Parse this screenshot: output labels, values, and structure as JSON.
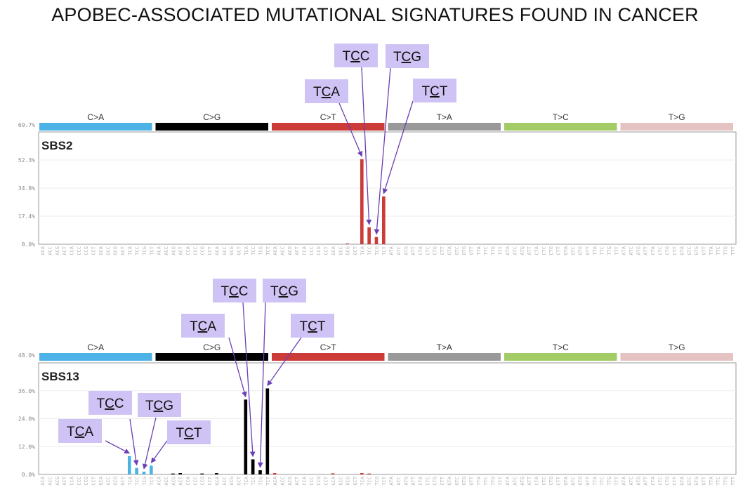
{
  "page": {
    "title": "APOBEC-ASSOCIATED MUTATIONAL SIGNATURES FOUND IN CANCER"
  },
  "colors": {
    "C>A": "#4db3e6",
    "C>G": "#000000",
    "C>T": "#cc3b37",
    "T>A": "#999999",
    "T>C": "#a3cc66",
    "T>G": "#e6c3c3",
    "callout_fill": "#cfc3f5",
    "arrow": "#6a3fb3",
    "frame": "#999999",
    "grid": "#eeeeee",
    "tick_text": "#888888",
    "context_text": "#b0b0b0"
  },
  "chart_data": [
    {
      "type": "bar",
      "title": "SBS2",
      "ylim": [
        0,
        69.7
      ],
      "yticks": [
        "0.0%",
        "17.4%",
        "34.8%",
        "52.3%",
        "69.7%"
      ],
      "grid": true,
      "mutation_types": [
        "C>A",
        "C>G",
        "C>T",
        "T>A",
        "T>C",
        "T>G"
      ],
      "categories_per_type": [
        "ACA",
        "ACC",
        "ACG",
        "ACT",
        "CCA",
        "CCC",
        "CCG",
        "CCT",
        "GCA",
        "GCC",
        "GCG",
        "GCT",
        "TCA",
        "TCC",
        "TCG",
        "TCT"
      ],
      "categories_per_type_T": [
        "ATA",
        "ATC",
        "ATG",
        "ATT",
        "CTA",
        "CTC",
        "CTG",
        "CTT",
        "GTA",
        "GTC",
        "GTG",
        "GTT",
        "TTA",
        "TTC",
        "TTG",
        "TTT"
      ],
      "bars": [
        {
          "type": "C>T",
          "context": "GCG",
          "value": 0.5
        },
        {
          "type": "C>T",
          "context": "TCA",
          "value": 52.8
        },
        {
          "type": "C>T",
          "context": "TCC",
          "value": 10.5
        },
        {
          "type": "C>T",
          "context": "TCG",
          "value": 4.5
        },
        {
          "type": "C>T",
          "context": "TCT",
          "value": 29.7
        }
      ],
      "callouts": [
        {
          "pre": "T",
          "mid": "C",
          "post": "A",
          "target": {
            "type": "C>T",
            "context": "TCA"
          }
        },
        {
          "pre": "T",
          "mid": "C",
          "post": "C",
          "target": {
            "type": "C>T",
            "context": "TCC"
          }
        },
        {
          "pre": "T",
          "mid": "C",
          "post": "G",
          "target": {
            "type": "C>T",
            "context": "TCG"
          }
        },
        {
          "pre": "T",
          "mid": "C",
          "post": "T",
          "target": {
            "type": "C>T",
            "context": "TCT"
          }
        }
      ]
    },
    {
      "type": "bar",
      "title": "SBS13",
      "ylim": [
        0,
        48.0
      ],
      "yticks": [
        "0.0%",
        "12.0%",
        "24.0%",
        "36.0%",
        "48.0%"
      ],
      "grid": true,
      "mutation_types": [
        "C>A",
        "C>G",
        "C>T",
        "T>A",
        "T>C",
        "T>G"
      ],
      "bars": [
        {
          "type": "C>A",
          "context": "TCA",
          "value": 7.9
        },
        {
          "type": "C>A",
          "context": "TCC",
          "value": 2.8
        },
        {
          "type": "C>A",
          "context": "TCG",
          "value": 1.2
        },
        {
          "type": "C>A",
          "context": "TCT",
          "value": 3.8
        },
        {
          "type": "C>G",
          "context": "ACG",
          "value": 0.4
        },
        {
          "type": "C>G",
          "context": "ACT",
          "value": 0.6
        },
        {
          "type": "C>G",
          "context": "CCG",
          "value": 0.4
        },
        {
          "type": "C>G",
          "context": "GCA",
          "value": 0.6
        },
        {
          "type": "C>G",
          "context": "TCA",
          "value": 32.2
        },
        {
          "type": "C>G",
          "context": "TCC",
          "value": 6.5
        },
        {
          "type": "C>G",
          "context": "TCG",
          "value": 1.8
        },
        {
          "type": "C>G",
          "context": "TCT",
          "value": 37.0
        },
        {
          "type": "C>T",
          "context": "ACA",
          "value": 0.6
        },
        {
          "type": "C>T",
          "context": "GCA",
          "value": 0.5
        },
        {
          "type": "C>T",
          "context": "TCA",
          "value": 0.6
        },
        {
          "type": "C>T",
          "context": "TCC",
          "value": 0.4
        }
      ],
      "callouts": [
        {
          "pre": "T",
          "mid": "C",
          "post": "A",
          "target": {
            "type": "C>G",
            "context": "TCA"
          }
        },
        {
          "pre": "T",
          "mid": "C",
          "post": "C",
          "target": {
            "type": "C>G",
            "context": "TCC"
          }
        },
        {
          "pre": "T",
          "mid": "C",
          "post": "G",
          "target": {
            "type": "C>G",
            "context": "TCG"
          }
        },
        {
          "pre": "T",
          "mid": "C",
          "post": "T",
          "target": {
            "type": "C>G",
            "context": "TCT"
          }
        },
        {
          "pre": "T",
          "mid": "C",
          "post": "A",
          "target": {
            "type": "C>A",
            "context": "TCA"
          }
        },
        {
          "pre": "T",
          "mid": "C",
          "post": "C",
          "target": {
            "type": "C>A",
            "context": "TCC"
          }
        },
        {
          "pre": "T",
          "mid": "C",
          "post": "G",
          "target": {
            "type": "C>A",
            "context": "TCG"
          }
        },
        {
          "pre": "T",
          "mid": "C",
          "post": "T",
          "target": {
            "type": "C>A",
            "context": "TCT"
          }
        }
      ]
    }
  ]
}
